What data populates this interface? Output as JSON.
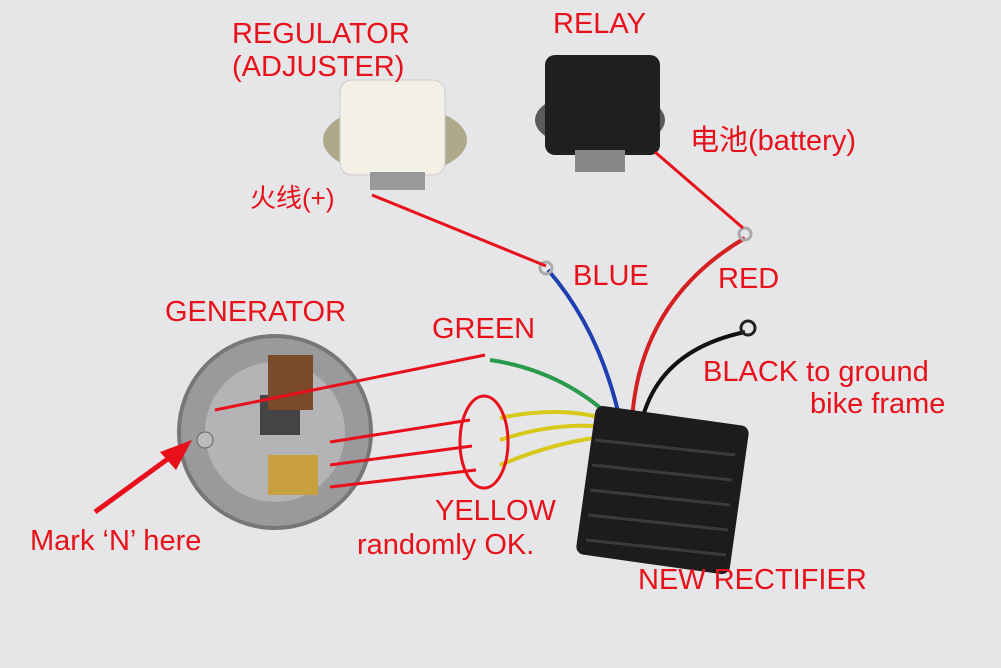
{
  "labels": {
    "regulator": "REGULATOR",
    "adjuster": "(ADJUSTER)",
    "relay": "RELAY",
    "battery": "电池(battery)",
    "live_wire": "火线(+)",
    "blue": "BLUE",
    "red": "RED",
    "generator": "GENERATOR",
    "green": "GREEN",
    "black_line1": "BLACK to ground",
    "black_line2": "bike frame",
    "yellow": "YELLOW",
    "yellow_note": "randomly OK.",
    "mark": "Mark ‘N’ here",
    "rectifier": "NEW RECTIFIER"
  },
  "colors": {
    "annotation": "#e8101a",
    "background": "#e6e6e8",
    "wire_blue": "#1f3fb0",
    "wire_red": "#d42020",
    "wire_black": "#111111",
    "wire_green": "#2a9a4a",
    "wire_yellow": "#d8c81a"
  }
}
